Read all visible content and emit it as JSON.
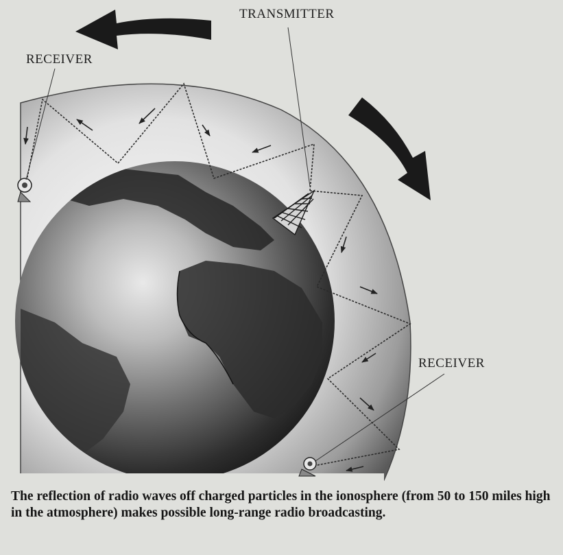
{
  "labels": {
    "transmitter": "TRANSMITTER",
    "receiver_left": "RECEIVER",
    "receiver_right": "RECEIVER"
  },
  "caption": "The reflection of radio waves off charged particles in the ionosphere (from 50 to 150 miles high in the atmosphere) makes possible long-range radio broadcasting.",
  "colors": {
    "background": "#dfe0dc",
    "earth_dark": "#1c1c1c",
    "ionosphere": "#b6b6b6",
    "arrow": "#1a1a1a"
  }
}
